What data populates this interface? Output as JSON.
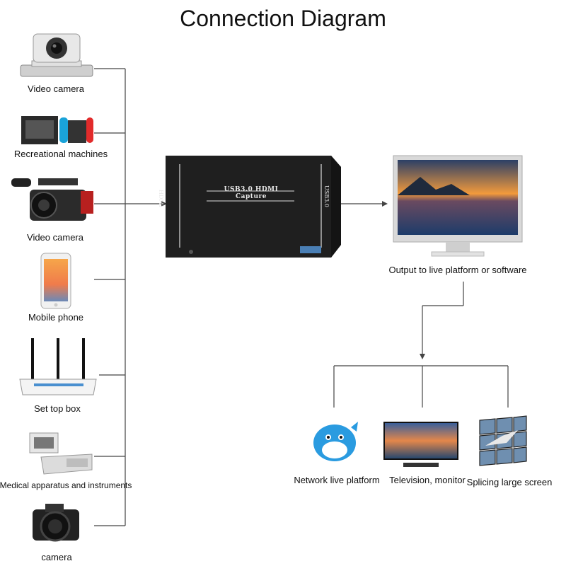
{
  "title": "Connection Diagram",
  "sources": [
    {
      "label": "Video camera",
      "icon": "ptz-camera-icon"
    },
    {
      "label": "Recreational machines",
      "icon": "game-console-icon"
    },
    {
      "label": "Video camera",
      "icon": "camcorder-icon"
    },
    {
      "label": "Mobile phone",
      "icon": "mobile-phone-icon"
    },
    {
      "label": "Set top box",
      "icon": "router-icon"
    },
    {
      "label": "Medical apparatus and instruments",
      "icon": "medical-device-icon"
    },
    {
      "label": "camera",
      "icon": "dslr-camera-icon"
    }
  ],
  "capture_device": {
    "name": "USB3.0 HDMI Capture",
    "port_in": "HDMI",
    "port_out": "USB3.0"
  },
  "output": {
    "label": "Output to live platform or software",
    "icon": "monitor-icon"
  },
  "destinations": [
    {
      "label": "Network live platform",
      "icon": "dolphin-icon"
    },
    {
      "label": "Television, monitor",
      "icon": "television-icon"
    },
    {
      "label": "Splicing large screen",
      "icon": "video-wall-icon"
    }
  ],
  "colors": {
    "lines": "#444444",
    "device_body": "#1f1f1f",
    "device_text": "#e8e8e8"
  }
}
